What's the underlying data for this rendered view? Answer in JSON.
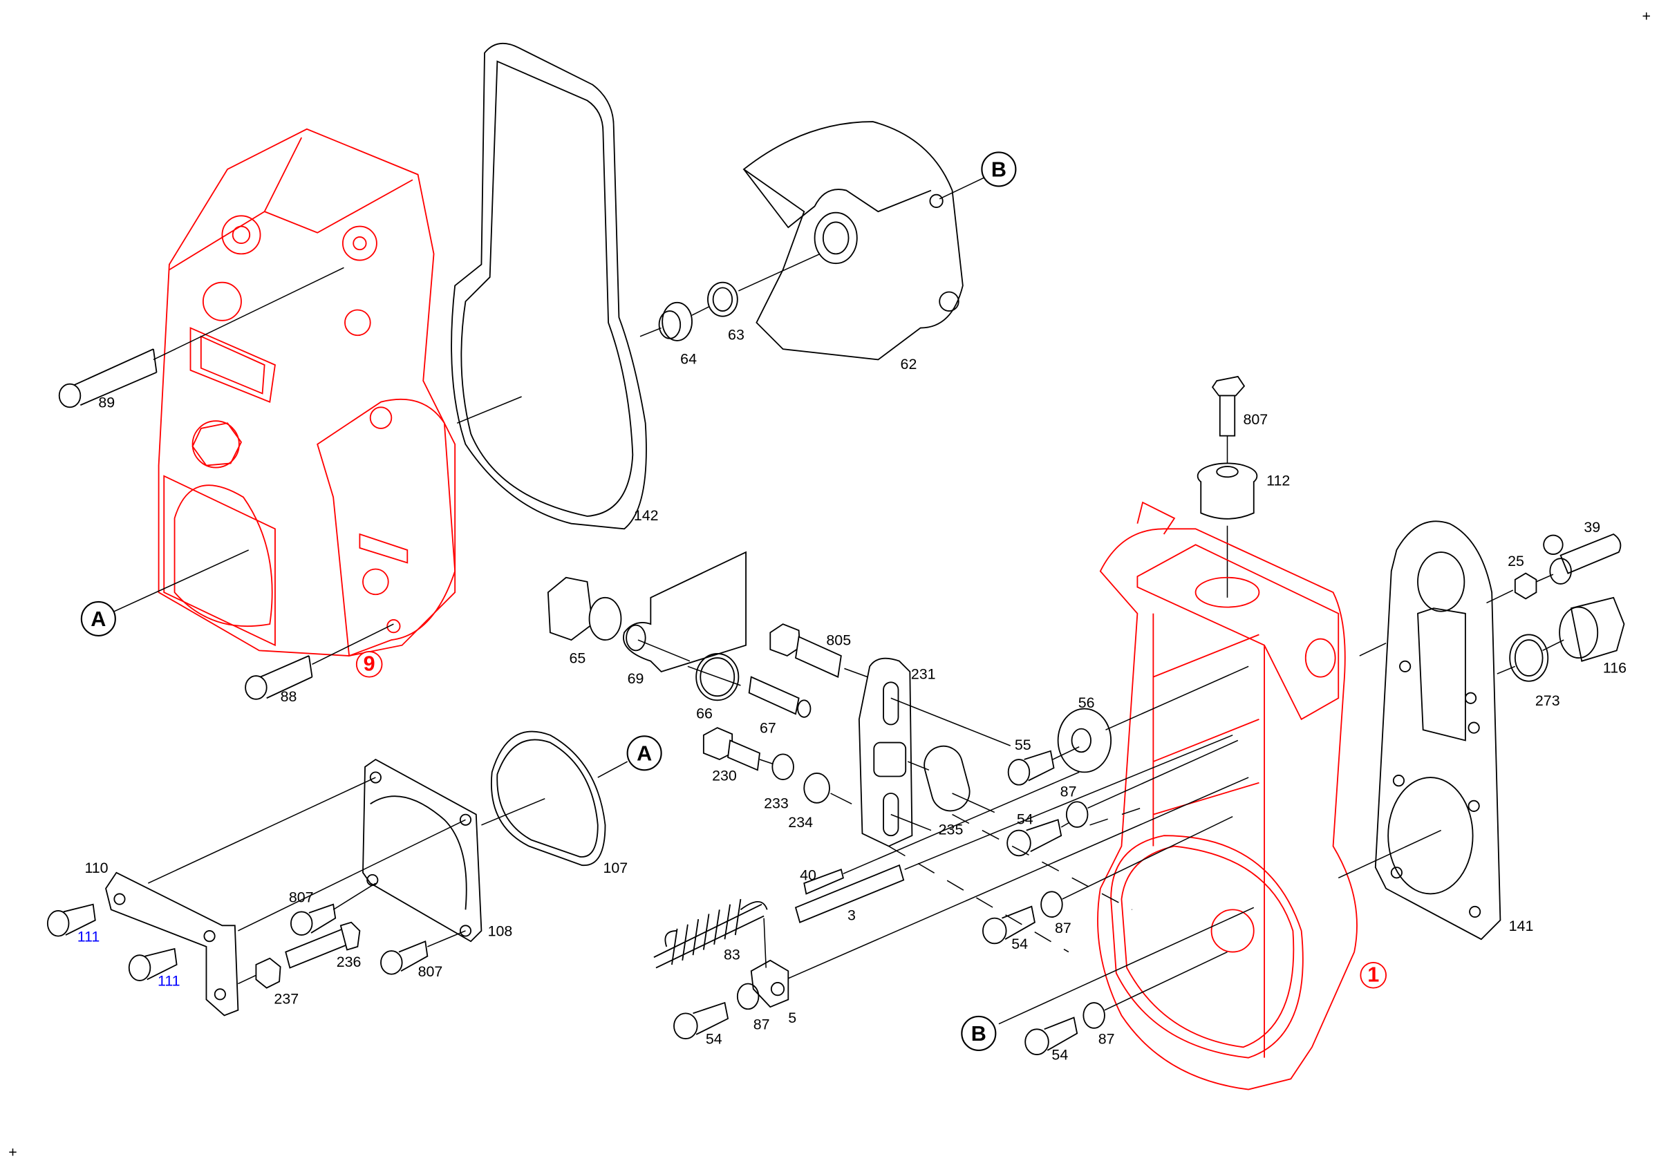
{
  "diagram": {
    "title_refs": {
      "A": "A",
      "B": "B"
    },
    "assembly_markers": {
      "housing_left": "9",
      "housing_right": "1"
    },
    "callouts": {
      "p89": "89",
      "p88": "88",
      "p142": "142",
      "p64": "64",
      "p63": "63",
      "p62": "62",
      "p807a": "807",
      "p112": "112",
      "p39": "39",
      "p25": "25",
      "p116": "116",
      "p273": "273",
      "p141": "141",
      "p65": "65",
      "p69": "69",
      "p66": "66",
      "p67": "67",
      "p805": "805",
      "p231": "231",
      "p56": "56",
      "p55": "55",
      "p87a": "87",
      "p54a": "54",
      "p230": "230",
      "p233": "233",
      "p234": "234",
      "p235": "235",
      "p107": "107",
      "p110": "110",
      "p111a": "111",
      "p111b": "111",
      "p807b": "807",
      "p236": "236",
      "p237": "237",
      "p807c": "807",
      "p108": "108",
      "p40": "40",
      "p3": "3",
      "p83": "83",
      "p5": "5",
      "p54b": "54",
      "p87b": "87",
      "p54c": "54",
      "p87c": "87",
      "p54d": "54",
      "p87d": "87"
    },
    "colors": {
      "assembly": "#ff0000",
      "part": "#000000",
      "highlight_callout": "#0000ff"
    }
  }
}
